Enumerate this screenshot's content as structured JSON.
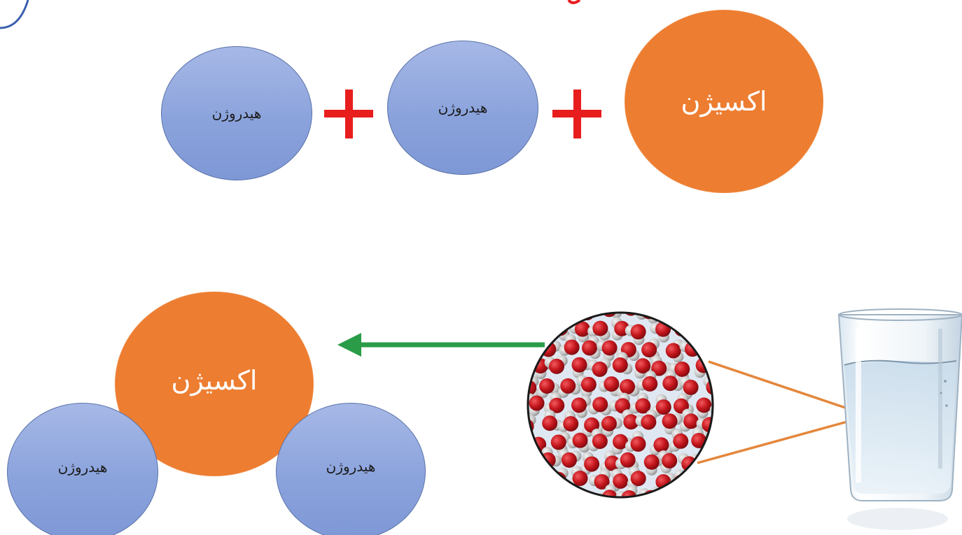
{
  "colors": {
    "hydrogen_fill": "#8ea6dc",
    "hydrogen_border": "#5b73aa",
    "oxygen_fill": "#ed7d31",
    "plus_sign": "#e81d1d",
    "arrow": "#2a9c48",
    "connector_lines": "#e4873c",
    "molecule_oxygen": "#c4161c",
    "molecule_hydrogen": "#c8c8c8"
  },
  "reactants": {
    "hydrogen_1_label": "هیدروژن",
    "plus_1_icon": "plus-icon",
    "hydrogen_2_label": "هیدروژن",
    "plus_2_icon": "plus-icon",
    "oxygen_label": "اکسیژن"
  },
  "product": {
    "oxygen_label": "اکسیژن",
    "hydrogen_left_label": "هیدروژن",
    "hydrogen_right_label": "هیدروژن"
  },
  "arrow_icon": "left-arrow-icon",
  "magnifier": {
    "content": "water-molecules-closeup"
  },
  "glass": {
    "content": "glass-of-water"
  }
}
